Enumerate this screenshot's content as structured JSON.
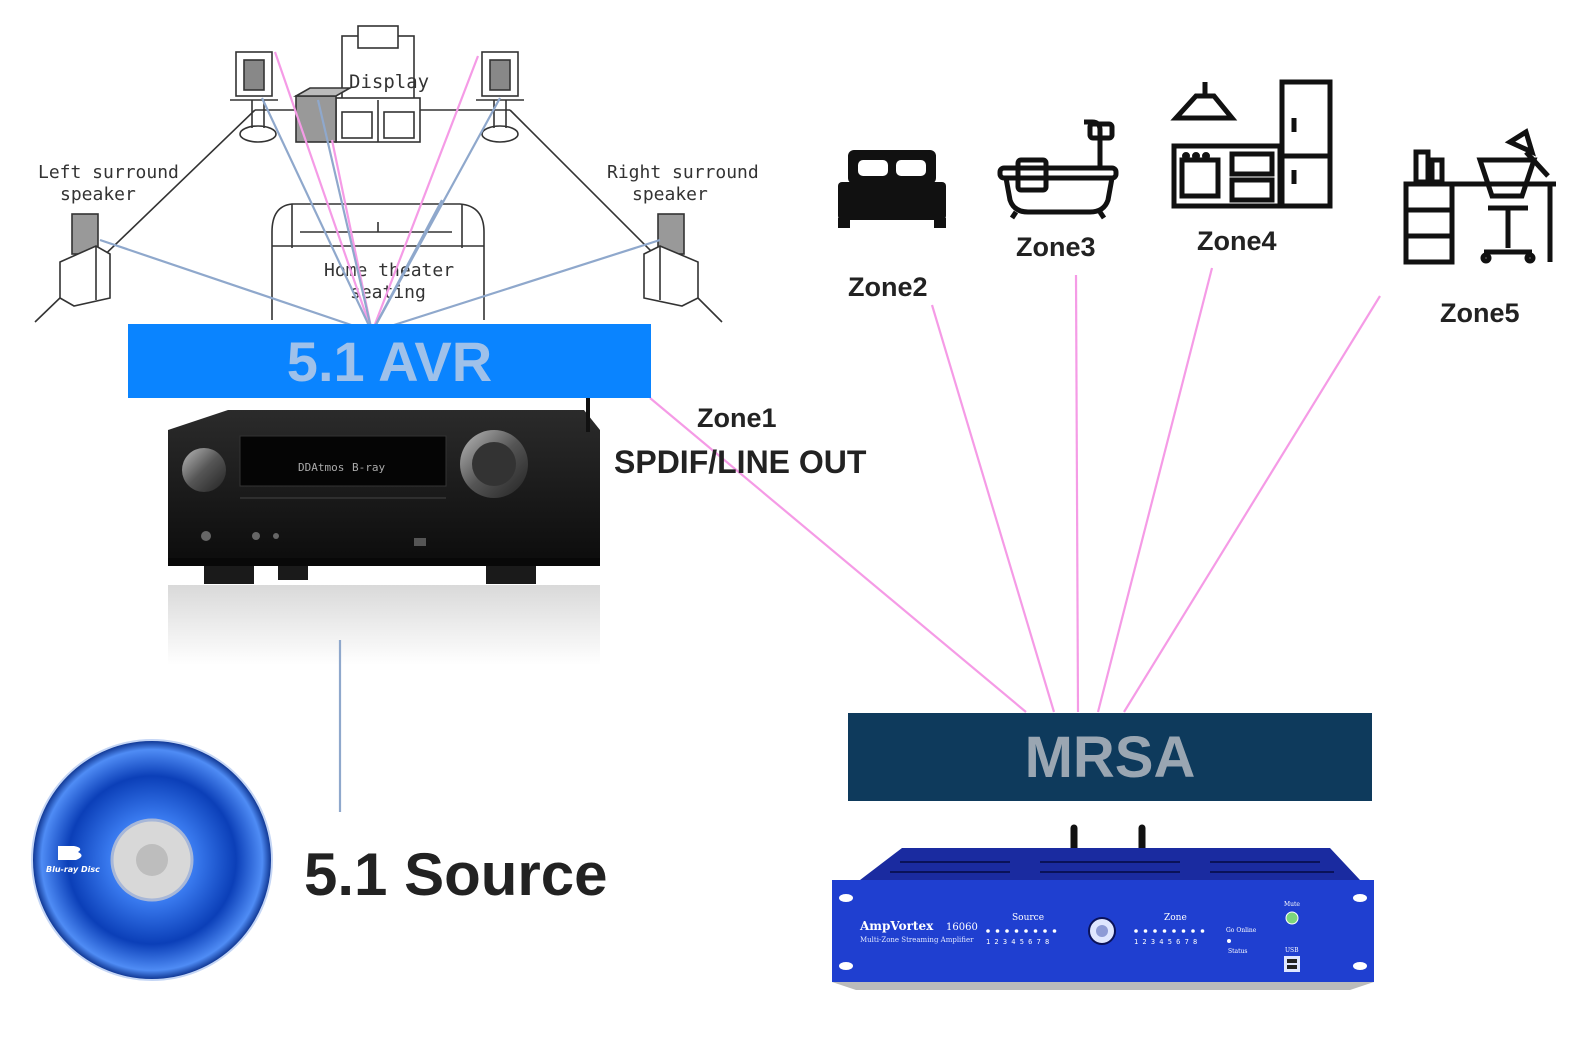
{
  "theater": {
    "display_label": "Display",
    "left_surround": [
      "Left surround",
      "speaker"
    ],
    "right_surround": [
      "Right surround",
      "speaker"
    ],
    "seating": [
      "Home theater",
      "seating"
    ]
  },
  "avr": {
    "label": "5.1 AVR",
    "color": "#0a84ff",
    "screen_text": [
      "DDAtmos",
      "B-ray"
    ]
  },
  "link": {
    "zone": "Zone1",
    "type": "SPDIF/LINE OUT"
  },
  "zones": [
    {
      "label": "Zone2",
      "icon": "bed-icon"
    },
    {
      "label": "Zone3",
      "icon": "bathtub-icon"
    },
    {
      "label": "Zone4",
      "icon": "kitchen-icon"
    },
    {
      "label": "Zone5",
      "icon": "desk-icon"
    }
  ],
  "mrsa": {
    "label": "MRSA",
    "color": "#0e3a5c",
    "brand": "AmpVortex",
    "model": "16060",
    "subtitle": "Multi-Zone Streaming Amplifier",
    "source_group": "Source",
    "zone_group": "Zone",
    "channel_numbers": "1 2 3 4 5 6 7 8",
    "mute_label": "Mute",
    "usb_label": "USB",
    "go_online_label": "Go Online",
    "status_label": "Status",
    "panel_color": "#1f3fd0"
  },
  "source": {
    "label": "5.1 Source",
    "disc_logo": "Blu-ray Disc"
  },
  "colors": {
    "wire_pink": "#f59be6",
    "wire_blue": "#8fa8cc"
  }
}
